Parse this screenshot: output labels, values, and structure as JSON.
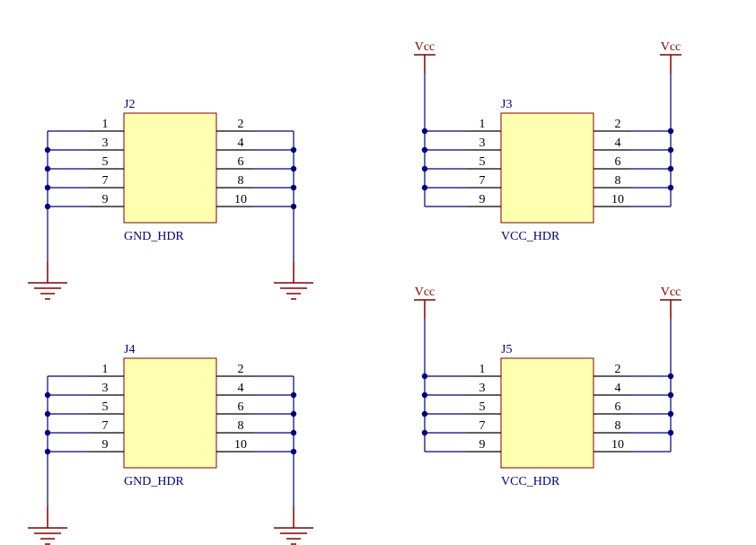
{
  "schematic": {
    "colors": {
      "wire": "#000080",
      "pin": "#000000",
      "power": "#800000",
      "component_fill": "#ffffb0",
      "component_border": "#800000",
      "designator": "#000080",
      "comment": "#000080"
    },
    "components": [
      {
        "designator": "J2",
        "comment": "GND_HDR",
        "net": "GND",
        "left_pins": [
          "1",
          "3",
          "5",
          "7",
          "9"
        ],
        "right_pins": [
          "2",
          "4",
          "6",
          "8",
          "10"
        ],
        "power_symbol": "ground"
      },
      {
        "designator": "J3",
        "comment": "VCC_HDR",
        "net": "Vcc",
        "left_pins": [
          "1",
          "3",
          "5",
          "7",
          "9"
        ],
        "right_pins": [
          "2",
          "4",
          "6",
          "8",
          "10"
        ],
        "power_symbol": "vcc",
        "power_label_left": "Vcc",
        "power_label_right": "Vcc"
      },
      {
        "designator": "J4",
        "comment": "GND_HDR",
        "net": "GND",
        "left_pins": [
          "1",
          "3",
          "5",
          "7",
          "9"
        ],
        "right_pins": [
          "2",
          "4",
          "6",
          "8",
          "10"
        ],
        "power_symbol": "ground"
      },
      {
        "designator": "J5",
        "comment": "VCC_HDR",
        "net": "Vcc",
        "left_pins": [
          "1",
          "3",
          "5",
          "7",
          "9"
        ],
        "right_pins": [
          "2",
          "4",
          "6",
          "8",
          "10"
        ],
        "power_symbol": "vcc",
        "power_label_left": "Vcc",
        "power_label_right": "Vcc"
      }
    ]
  }
}
